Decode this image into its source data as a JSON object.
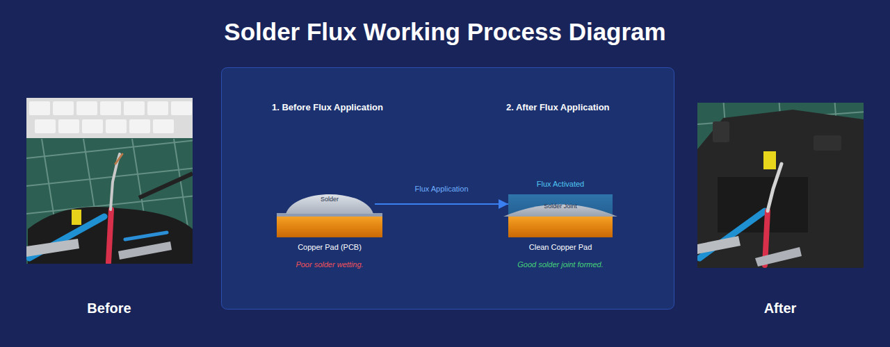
{
  "diagram": {
    "title": "Solder Flux Working Process Diagram",
    "nodes": [
      {
        "text": [
          "Solder"
        ]
      },
      {
        "text": [
          "Copper Pad (PCB)"
        ]
      },
      {
        "text": [
          "Flux Activated"
        ]
      },
      {
        "text": [
          "Solder Joint"
        ],
        "in": 2
      },
      {
        "text": [
          "Clean Copper Pad"
        ]
      }
    ],
    "edges": [
      {
        "from": 0,
        "to": 2,
        "label": "Flux Application",
        "arrow": "to"
      }
    ],
    "labels": [
      "1. Before Flux Application",
      "Poor solder wetting.",
      "2. After Flux Application",
      "Good solder joint formed.",
      "Before",
      "After"
    ]
  }
}
